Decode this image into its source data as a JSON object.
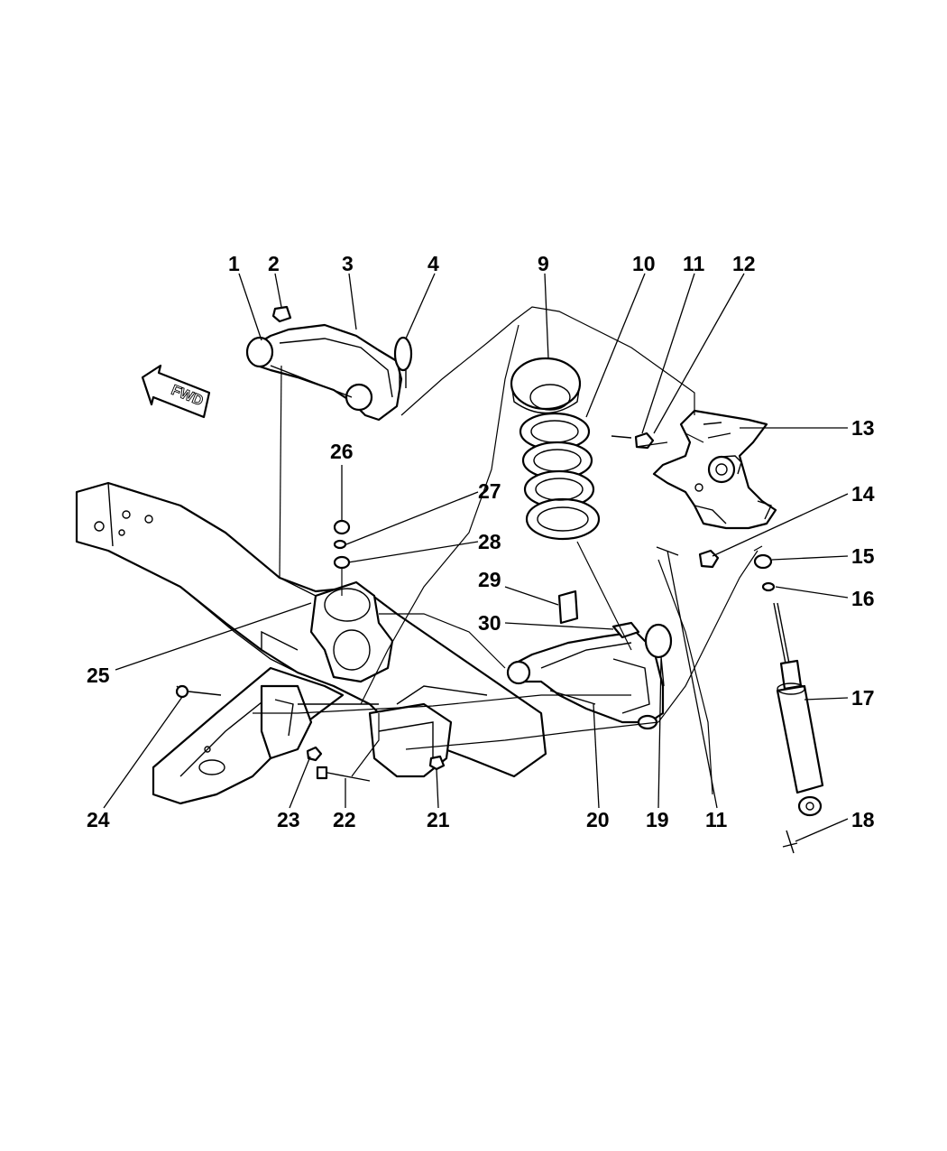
{
  "callouts": {
    "c1": "1",
    "c2": "2",
    "c3": "3",
    "c4": "4",
    "c9": "9",
    "c10": "10",
    "c11a": "11",
    "c12": "12",
    "c13": "13",
    "c14": "14",
    "c15": "15",
    "c16": "16",
    "c17": "17",
    "c18": "18",
    "c19": "19",
    "c20": "20",
    "c11b": "11",
    "c21": "21",
    "c22": "22",
    "c23": "23",
    "c24": "24",
    "c25": "25",
    "c26": "26",
    "c27": "27",
    "c28": "28",
    "c29": "29",
    "c30": "30"
  },
  "fwd_label": "FWD",
  "icons": {
    "fwd_arrow": "forward-direction-arrow-icon"
  }
}
